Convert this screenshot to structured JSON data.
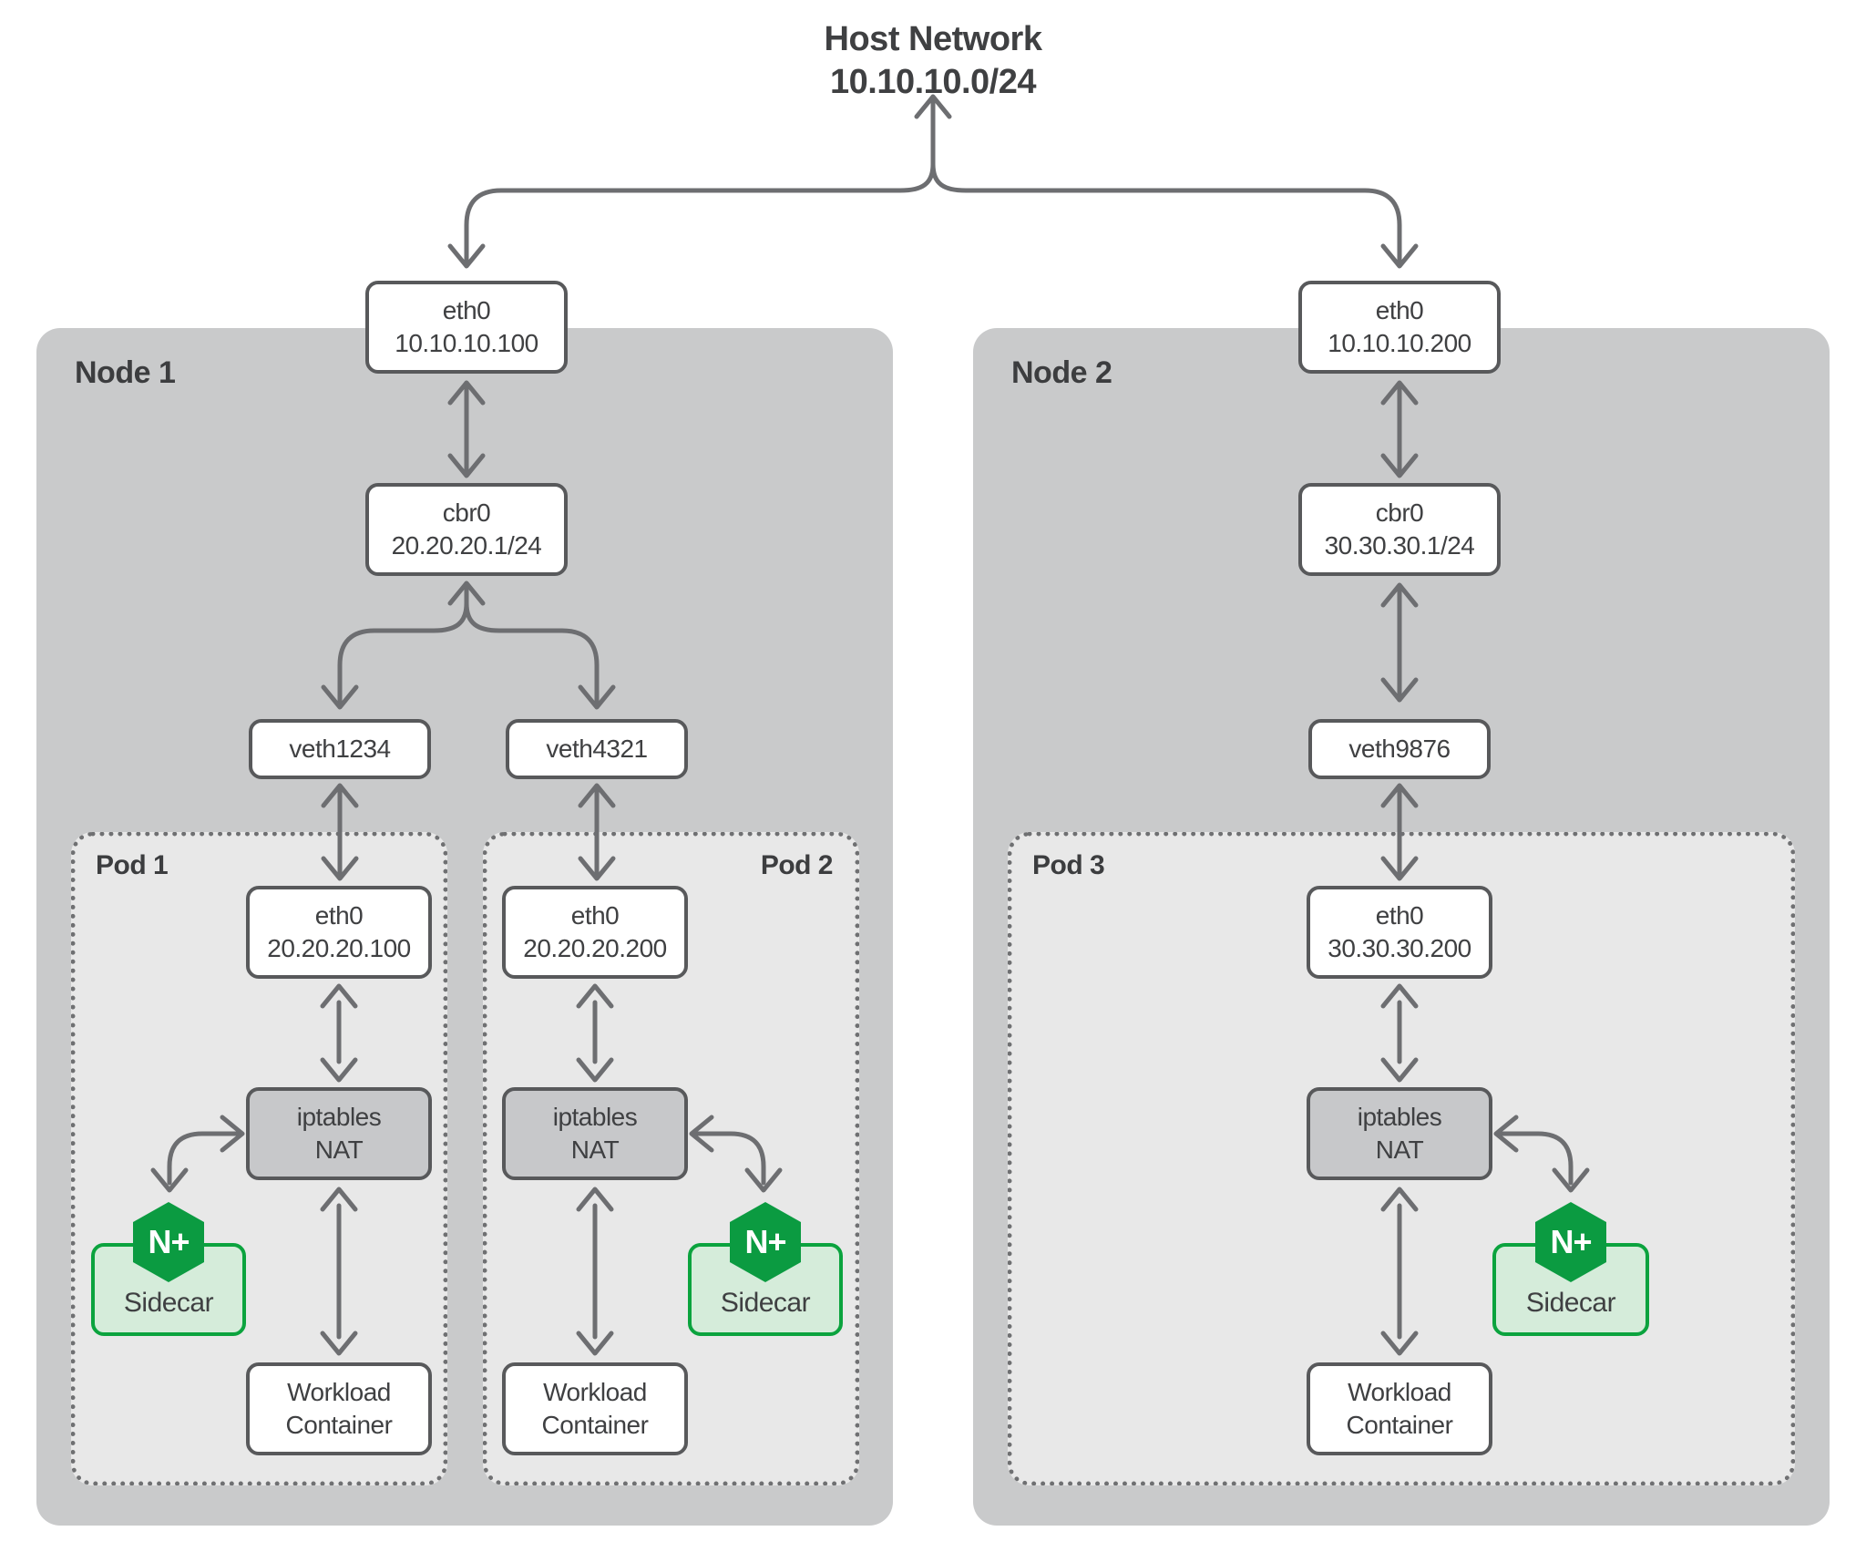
{
  "title": {
    "line1": "Host Network",
    "line2": "10.10.10.0/24"
  },
  "node1": {
    "label": "Node 1",
    "eth0": {
      "name": "eth0",
      "ip": "10.10.10.100"
    },
    "cbr0": {
      "name": "cbr0",
      "ip": "20.20.20.1/24"
    },
    "veth_left": "veth1234",
    "veth_right": "veth4321"
  },
  "node2": {
    "label": "Node 2",
    "eth0": {
      "name": "eth0",
      "ip": "10.10.10.200"
    },
    "cbr0": {
      "name": "cbr0",
      "ip": "30.30.30.1/24"
    },
    "veth": "veth9876"
  },
  "pod1": {
    "label": "Pod 1",
    "eth0": {
      "name": "eth0",
      "ip": "20.20.20.100"
    },
    "nat": {
      "line1": "iptables",
      "line2": "NAT"
    },
    "sidecar": {
      "badge": "N+",
      "label": "Sidecar"
    },
    "workload": {
      "line1": "Workload",
      "line2": "Container"
    }
  },
  "pod2": {
    "label": "Pod 2",
    "eth0": {
      "name": "eth0",
      "ip": "20.20.20.200"
    },
    "nat": {
      "line1": "iptables",
      "line2": "NAT"
    },
    "sidecar": {
      "badge": "N+",
      "label": "Sidecar"
    },
    "workload": {
      "line1": "Workload",
      "line2": "Container"
    }
  },
  "pod3": {
    "label": "Pod 3",
    "eth0": {
      "name": "eth0",
      "ip": "30.30.30.200"
    },
    "nat": {
      "line1": "iptables",
      "line2": "NAT"
    },
    "sidecar": {
      "badge": "N+",
      "label": "Sidecar"
    },
    "workload": {
      "line1": "Workload",
      "line2": "Container"
    }
  },
  "colors": {
    "nginx_green": "#0b9b41",
    "sidecar_fill": "#d5ecda",
    "node_gray": "#c9cacb",
    "pod_gray": "#e8e8e8",
    "nat_gray": "#c7c8ca",
    "box_border_gray": "#58595b",
    "arrow_gray": "#6d6e71",
    "text_dark": "#3f4042"
  }
}
